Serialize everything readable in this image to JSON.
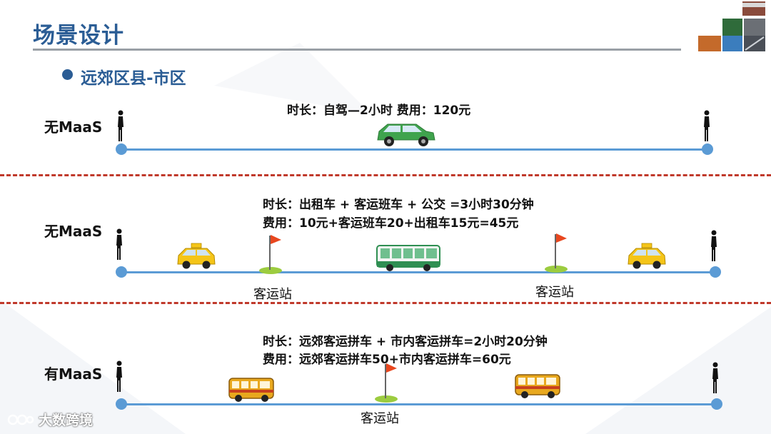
{
  "page": {
    "title": "场景设计",
    "subtitle": "远郊区县-市区"
  },
  "scenario1": {
    "label": "无MaaS",
    "info": "时长：自驾—2小时   费用：120元"
  },
  "scenario2": {
    "label": "无MaaS",
    "info_line1": "时长：出租车 + 客运班车 + 公交 =3小时30分钟",
    "info_line2": "费用：10元+客运班车20+出租车15元=45元",
    "station1": "客运站",
    "station2": "客运站"
  },
  "scenario3": {
    "label": "有MaaS",
    "info_line1": "时长：远郊客运拼车 + 市内客运拼车=2小时20分钟",
    "info_line2": "费用：远郊客运拼车50+市内客运拼车=60元",
    "station": "客运站"
  },
  "watermark": {
    "text": "大数跨境"
  },
  "colors": {
    "title": "#2b5d95",
    "route": "#5b9bd5",
    "divider": "#c0392b",
    "car": "#3fa34d",
    "taxi": "#f5c518",
    "bus": "#e0a31c",
    "flag": "#e8471f",
    "grass": "#9ccc3f"
  },
  "icons": [
    "person-walking-icon",
    "green-car-icon",
    "taxi-icon",
    "city-bus-icon",
    "coach-bus-icon",
    "station-flag-icon",
    "transport-photo-collage"
  ]
}
